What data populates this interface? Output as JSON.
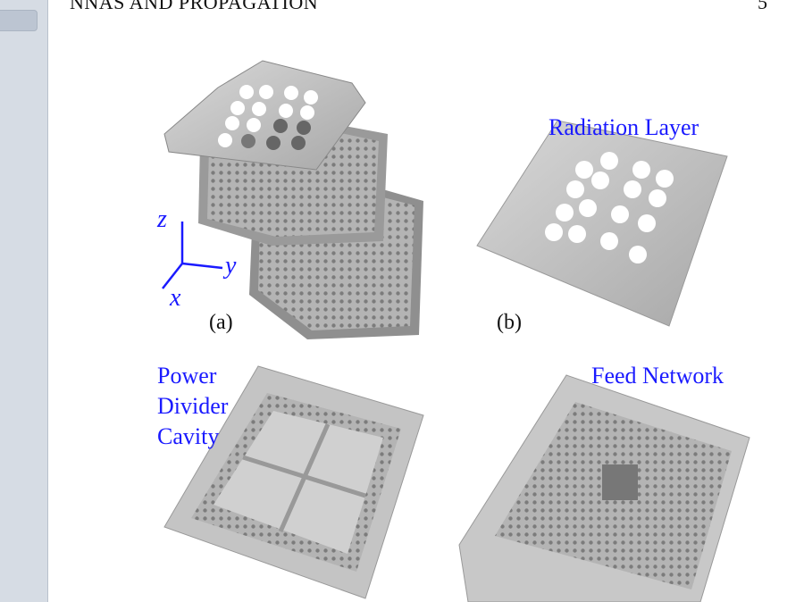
{
  "viewer": {
    "sidebar_button": ""
  },
  "page": {
    "running_header": "NNAS AND PROPAGATION",
    "page_number": "5",
    "figure": {
      "axes": {
        "z": "z",
        "y": "y",
        "x": "x"
      },
      "captions": {
        "a": "(a)",
        "b": "(b)"
      },
      "labels": {
        "radiation_layer": "Radiation  Layer",
        "power_divider_line1": "Power",
        "power_divider_line2": "Divider",
        "power_divider_line3": "Cavity",
        "feed_network": "Feed Network"
      }
    }
  }
}
